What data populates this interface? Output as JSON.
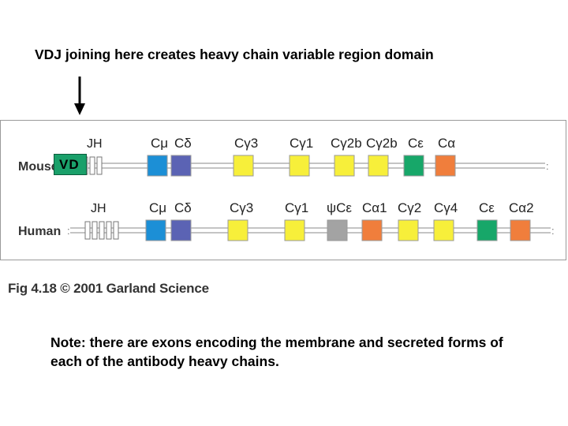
{
  "title": "VDJ joining here creates heavy chain variable region domain",
  "figure": {
    "vd_label": "VD",
    "caption": "Fig 4.18 © 2001 Garland Science",
    "rows": [
      {
        "species": "Mouse",
        "jh_label": "JH",
        "segments": [
          {
            "label": "Cμ",
            "color": "#1c8fd6"
          },
          {
            "label": "Cδ",
            "color": "#5b63b4"
          },
          {
            "label": "Cγ3",
            "color": "#f7ef3a"
          },
          {
            "label": "Cγ1",
            "color": "#f7ef3a"
          },
          {
            "label": "Cγ2b",
            "color": "#f7ef3a"
          },
          {
            "label": "Cγ2b",
            "color": "#f7ef3a"
          },
          {
            "label": "Cε",
            "color": "#17a769"
          },
          {
            "label": "Cα",
            "color": "#f07e3c"
          }
        ]
      },
      {
        "species": "Human",
        "jh_label": "JH",
        "segments": [
          {
            "label": "Cμ",
            "color": "#1c8fd6"
          },
          {
            "label": "Cδ",
            "color": "#5b63b4"
          },
          {
            "label": "Cγ3",
            "color": "#f7ef3a"
          },
          {
            "label": "Cγ1",
            "color": "#f7ef3a"
          },
          {
            "label": "ψCε",
            "color": "#a3a3a3"
          },
          {
            "label": "Cα1",
            "color": "#f07e3c"
          },
          {
            "label": "Cγ2",
            "color": "#f7ef3a"
          },
          {
            "label": "Cγ4",
            "color": "#f7ef3a"
          },
          {
            "label": "Cε",
            "color": "#17a769"
          },
          {
            "label": "Cα2",
            "color": "#f07e3c"
          }
        ]
      }
    ]
  },
  "note": "Note: there are exons encoding the membrane and secreted forms of each of the antibody heavy chains."
}
